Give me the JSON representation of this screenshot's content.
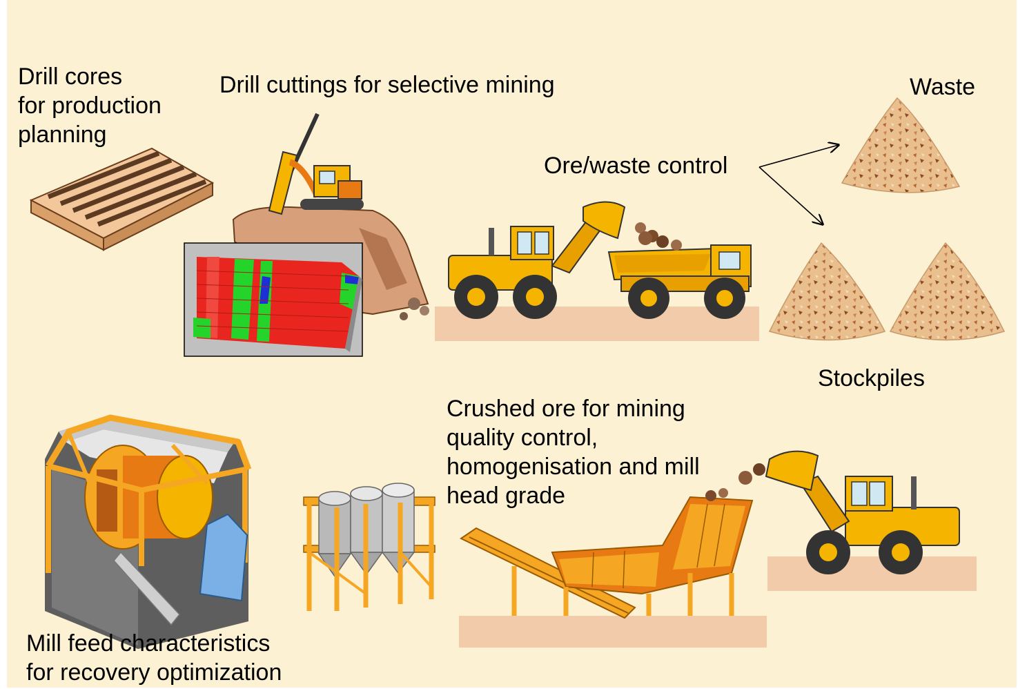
{
  "colors": {
    "background": "#fdf1d4",
    "ground": "#f2ccaa",
    "machine_yellow": "#f5b400",
    "machine_orange": "#e87a14",
    "pile": "#e9bf8e",
    "block_red": "#e8251f",
    "block_green": "#25d42a",
    "block_blue": "#1e2fd6"
  },
  "icons": {
    "core_tray": "core-tray-icon",
    "drill_rig": "drill-rig-icon",
    "block_model": "block-model-icon",
    "loader": "wheel-loader-icon",
    "haul_truck": "haul-truck-icon",
    "pile": "ore-pile-icon",
    "mill": "grinding-mill-icon",
    "silos": "silos-icon",
    "crusher": "crusher-conveyor-icon"
  },
  "labels": {
    "drill_cores": [
      "Drill cores",
      "for production",
      "planning"
    ],
    "drill_cuttings": "Drill cuttings for selective mining",
    "waste": "Waste",
    "ore_waste_control": "Ore/waste control",
    "stockpiles": "Stockpiles",
    "crushed_ore": [
      "Crushed ore for mining",
      "quality control,",
      "homogenisation and mill",
      "head grade"
    ],
    "mill_feed": [
      "Mill feed characteristics",
      "for recovery optimization"
    ]
  }
}
